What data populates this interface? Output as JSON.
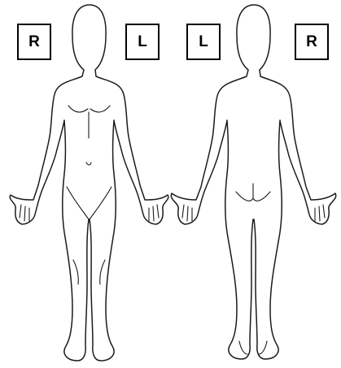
{
  "labels": {
    "front_left": "R",
    "front_right": "L",
    "back_left": "L",
    "back_right": "R"
  }
}
